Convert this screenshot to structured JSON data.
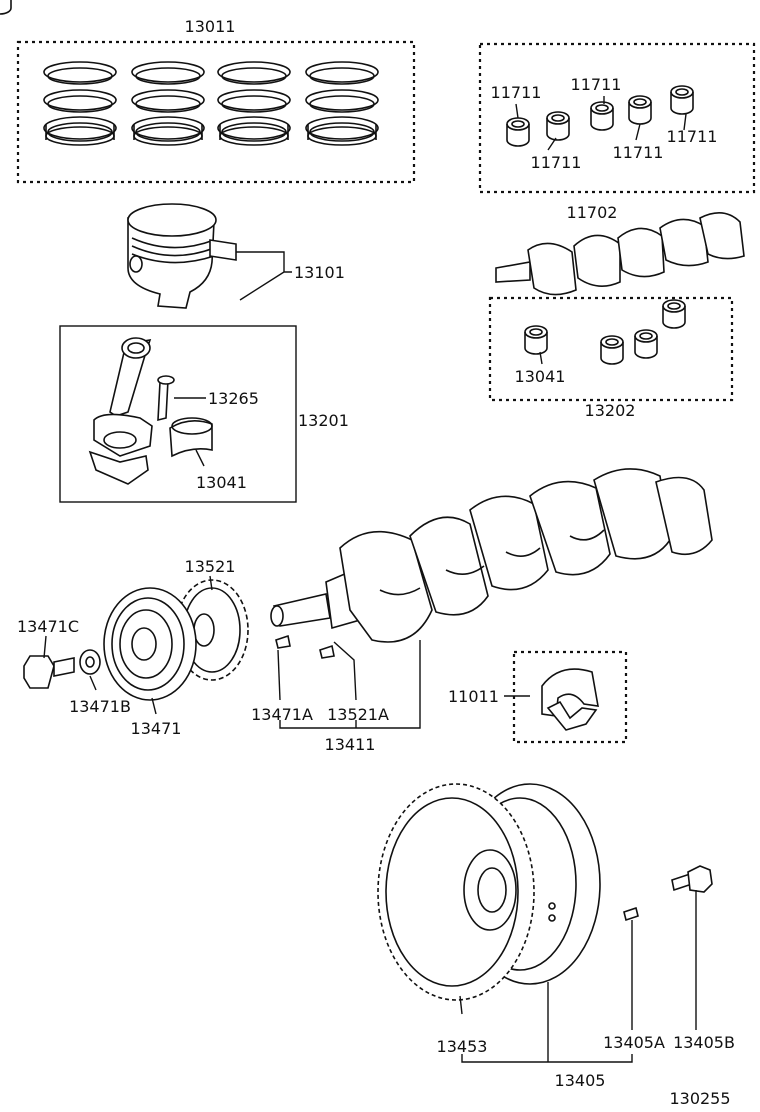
{
  "labels": {
    "piston_ring_set": "13011",
    "bearing_upper_1": "11711",
    "bearing_upper_2": "11711",
    "bearing_upper_3": "11711",
    "bearing_upper_4": "11711",
    "bearing_upper_5": "11711",
    "bearing_set_upper": "11702",
    "piston": "13101",
    "rod_bolt": "13265",
    "conrod_assy": "13201",
    "rod_bearing": "13041",
    "rod_bearing_2": "13041",
    "bearing_set_lower": "13202",
    "timing_gear": "13521",
    "pulley_bolt": "13471C",
    "pulley_washer": "13471B",
    "pulley": "13471",
    "key_a": "13471A",
    "key_b": "13521A",
    "crankshaft": "13411",
    "thrust_washer": "11011",
    "ring_gear": "13453",
    "flywheel": "13405",
    "pin": "13405A",
    "flywheel_bolt": "13405B",
    "diagram_code": "130255"
  }
}
